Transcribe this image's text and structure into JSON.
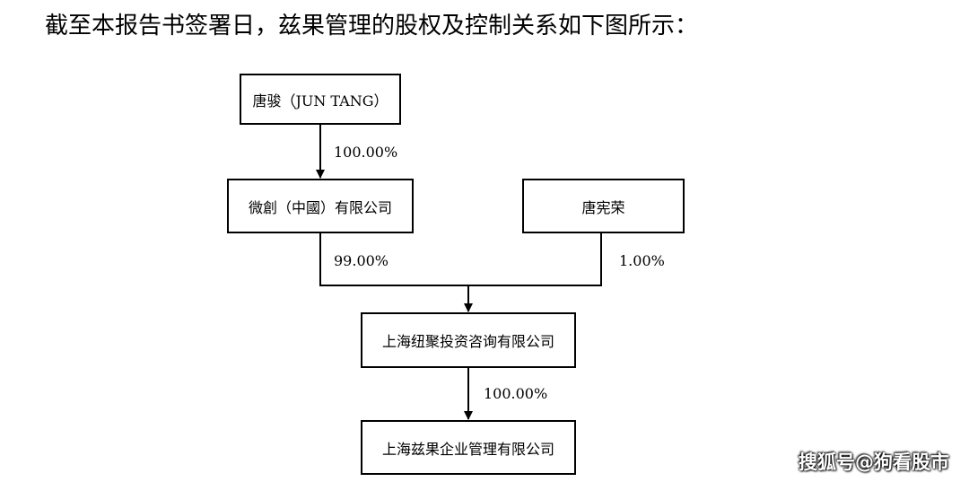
{
  "heading": "截至本报告书签署日，兹果管理的股权及控制关系如下图所示：",
  "nodes": {
    "tang_jun": "唐骏（JUN TANG）",
    "weichuang": "微創（中國）有限公司",
    "tang_xianrong": "唐宪荣",
    "niuju": "上海纽聚投资咨询有限公司",
    "ziguo": "上海兹果企业管理有限公司"
  },
  "edges": {
    "tang_jun_to_weichuang": "100.00%",
    "weichuang_to_niuju": "99.00%",
    "tang_xianrong_to_niuju": "1.00%",
    "niuju_to_ziguo": "100.00%"
  },
  "watermark": "搜狐号@狗看股市"
}
